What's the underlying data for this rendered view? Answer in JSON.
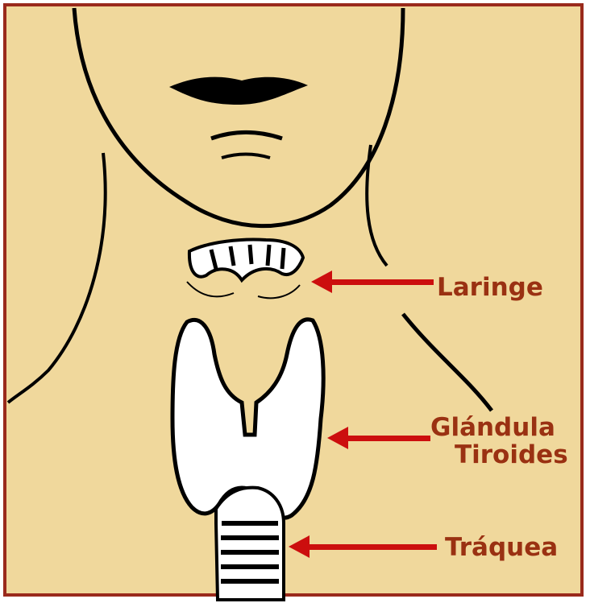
{
  "labels": {
    "laringe": "Laringe",
    "tiroides_line1": "Glándula",
    "tiroides_line2": "Tiroides",
    "traquea": "Tráquea"
  },
  "colors": {
    "frame_border": "#9a2a1c",
    "background": "#f0d89c",
    "label_text": "#9a3112",
    "arrow": "#cc0e0e",
    "outline": "#000000",
    "organ_fill": "#ffffff"
  }
}
